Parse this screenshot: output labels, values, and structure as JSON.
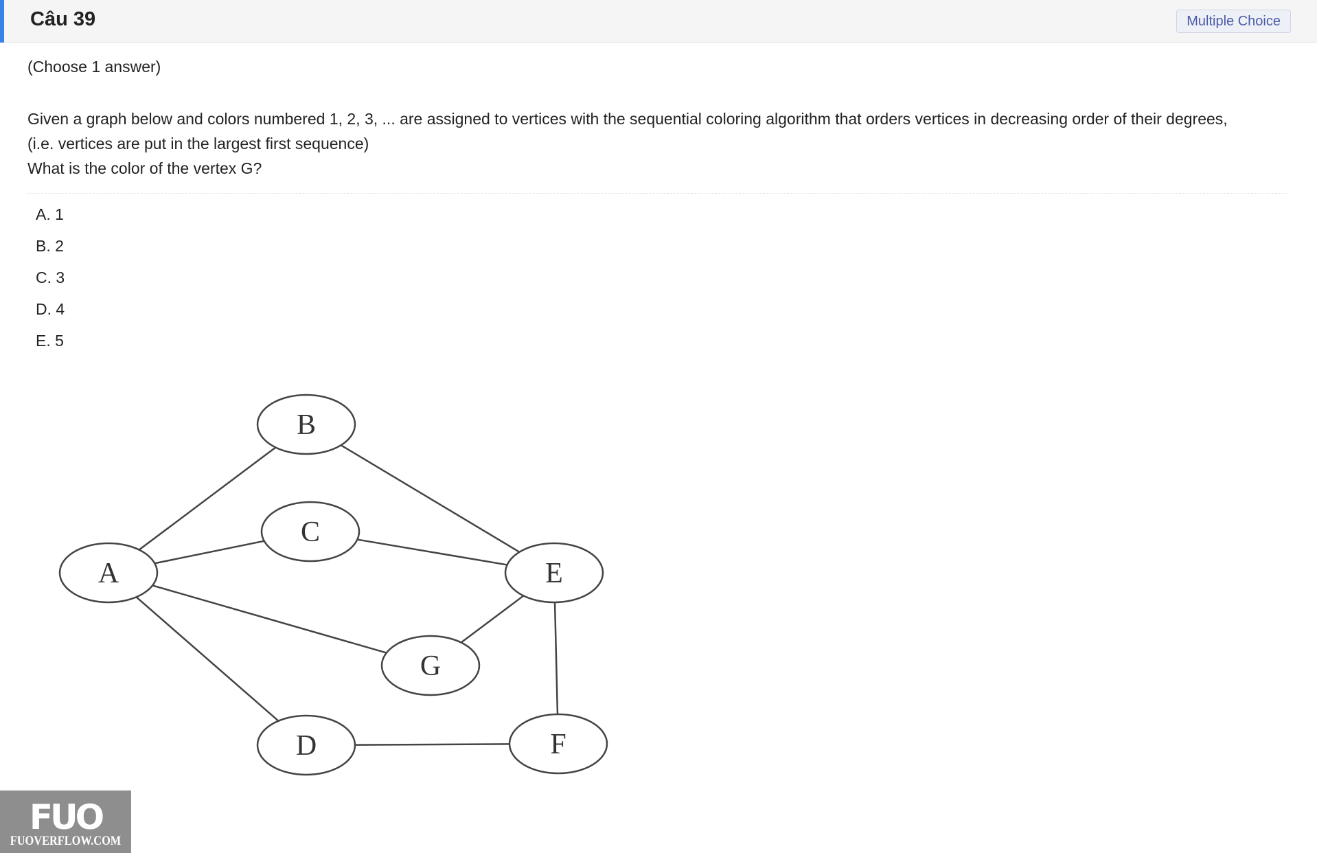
{
  "header": {
    "title": "Câu 39",
    "badge": "Multiple Choice"
  },
  "instruction": "(Choose 1 answer)",
  "question": {
    "lines": [
      "Given a graph below and colors numbered 1, 2, 3, ... are assigned to vertices with the sequential coloring algorithm that orders vertices in decreasing order of their degrees,",
      "(i.e. vertices are put in the largest first sequence)",
      "What is the color of the vertex  G?"
    ]
  },
  "options": [
    {
      "label": "A. 1"
    },
    {
      "label": "B. 2"
    },
    {
      "label": "C. 3"
    },
    {
      "label": "D. 4"
    },
    {
      "label": "E. 5"
    }
  ],
  "graph": {
    "vertices": [
      "A",
      "B",
      "C",
      "D",
      "E",
      "F",
      "G"
    ],
    "edges": [
      [
        "A",
        "B"
      ],
      [
        "A",
        "C"
      ],
      [
        "A",
        "G"
      ],
      [
        "A",
        "D"
      ],
      [
        "B",
        "E"
      ],
      [
        "C",
        "E"
      ],
      [
        "G",
        "E"
      ],
      [
        "E",
        "F"
      ],
      [
        "D",
        "F"
      ]
    ]
  },
  "watermark": {
    "logo": "FUO",
    "site": "FUOVERFLOW.COM"
  }
}
